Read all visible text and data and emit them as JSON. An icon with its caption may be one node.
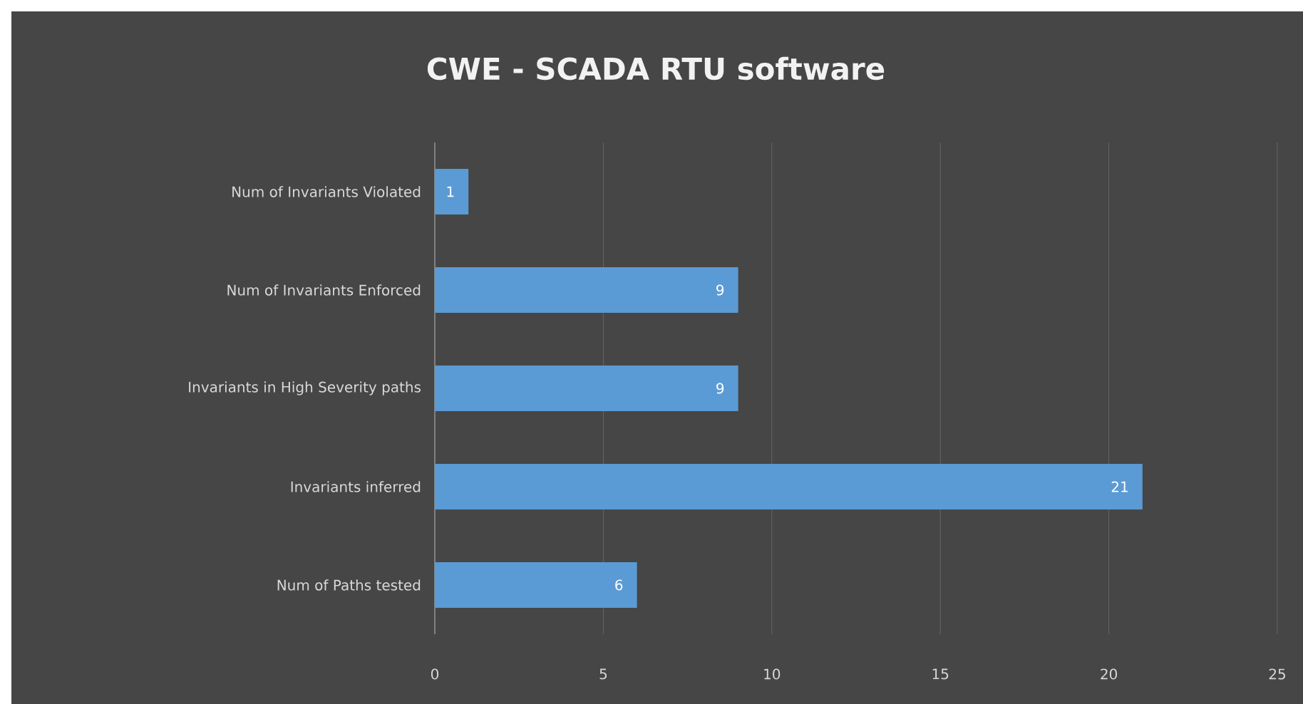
{
  "diagram": {
    "chart_data": {
      "type": "bar",
      "orientation": "horizontal",
      "title": "CWE - SCADA RTU software",
      "categories": [
        "Num of Invariants Violated",
        "Num of Invariants Enforced",
        "Invariants in High Severity paths",
        "Invariants inferred",
        "Num of Paths tested"
      ],
      "series": [
        {
          "color": "#5b9bd5",
          "values": [
            1,
            9,
            9,
            21,
            6
          ]
        }
      ],
      "xlim": [
        0,
        25
      ],
      "xticks": [
        0,
        5,
        10,
        15,
        20,
        25
      ],
      "data_labels": true,
      "grid": true
    }
  }
}
